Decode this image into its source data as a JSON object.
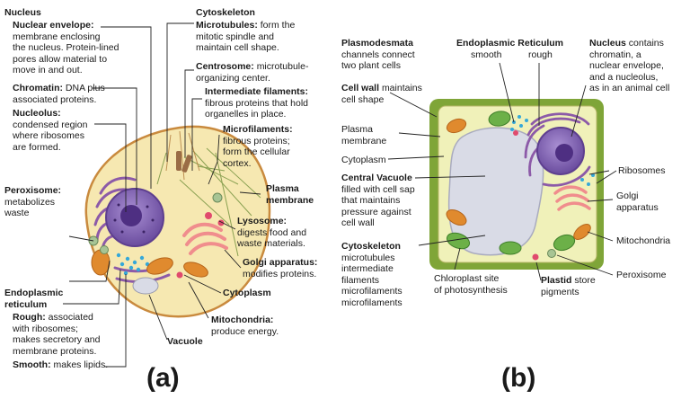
{
  "panel_a": {
    "caption": "(a)",
    "nucleus_heading": "Nucleus",
    "nuclear_envelope": {
      "term": "Nuclear envelope:",
      "lines": [
        "membrane enclosing",
        "the nucleus. Protein-lined",
        "pores allow material to",
        "move in and out."
      ]
    },
    "chromatin": {
      "term": "Chromatin:",
      "text": "DNA plus",
      "lines": [
        "associated proteins."
      ]
    },
    "nucleolus": {
      "term": "Nucleolus:",
      "lines": [
        "condensed region",
        "where ribosomes",
        "are formed."
      ]
    },
    "peroxisome": {
      "term": "Peroxisome:",
      "lines": [
        "metabolizes",
        "waste"
      ]
    },
    "er_heading": [
      "Endoplasmic",
      "reticulum"
    ],
    "rough_er": {
      "term": "Rough:",
      "text": "associated",
      "lines": [
        "with ribosomes;",
        "makes secretory and",
        "membrane proteins."
      ]
    },
    "smooth_er": {
      "term": "Smooth:",
      "text": "makes lipids."
    },
    "cytoskeleton_heading": "Cytoskeleton",
    "microtubules": {
      "term": "Microtubules:",
      "text": "form the",
      "lines": [
        "mitotic spindle and",
        "maintain cell shape."
      ]
    },
    "centrosome": {
      "term": "Centrosome:",
      "text": "microtubule-",
      "lines": [
        "organizing center."
      ]
    },
    "intermediate_filaments": {
      "term": "Intermediate filaments:",
      "lines": [
        "fibrous proteins that hold",
        "organelles in place."
      ]
    },
    "microfilaments": {
      "term": "Microfilaments:",
      "lines": [
        "fibrous proteins;",
        "form the cellular",
        "cortex."
      ]
    },
    "plasma_membrane": [
      "Plasma",
      "membrane"
    ],
    "lysosome": {
      "term": "Lysosome:",
      "lines": [
        "digests food and",
        "waste materials."
      ]
    },
    "golgi": {
      "term": "Golgi apparatus:",
      "lines": [
        "modifies proteins."
      ]
    },
    "cytoplasm": "Cytoplasm",
    "mitochondria": {
      "term": "Mitochondria:",
      "lines": [
        "produce energy."
      ]
    },
    "vacuole": "Vacuole"
  },
  "panel_b": {
    "caption": "(b)",
    "plasmodesmata": {
      "term": "Plasmodesmata",
      "lines": [
        "channels connect",
        "two plant cells"
      ]
    },
    "cell_wall": {
      "term": "Cell wall",
      "text": "maintains",
      "lines": [
        "cell shape"
      ]
    },
    "plasma_membrane": [
      "Plasma",
      "membrane"
    ],
    "cytoplasm": "Cytoplasm",
    "central_vacuole": {
      "term": "Central Vacuole",
      "lines": [
        "filled with cell sap",
        "that maintains",
        "pressure against",
        "cell wall"
      ]
    },
    "cytoskeleton": {
      "term": "Cytoskeleton",
      "lines": [
        "microtubules",
        "intermediate",
        "filaments",
        "microfilaments",
        "microfilaments"
      ]
    },
    "er": {
      "term": "Endoplasmic Reticulum",
      "smooth": "smooth",
      "rough": "rough"
    },
    "nucleus": {
      "term": "Nucleus",
      "text": "contains",
      "lines": [
        "chromatin, a",
        "nuclear envelope,",
        "and a nucleolus,",
        "as in an animal cell"
      ]
    },
    "ribosomes": "Ribosomes",
    "golgi": [
      "Golgi",
      "apparatus"
    ],
    "mitochondria": "Mitochondria",
    "peroxisome": "Peroxisome",
    "chloroplast": [
      "Chloroplast site",
      "of photosynthesis"
    ],
    "plastid": {
      "term": "Plastid",
      "text": "store",
      "lines": [
        "pigments"
      ]
    }
  },
  "colors": {
    "cytoplasm_animal": "#f6e8b1",
    "cell_border_animal": "#c98a3e",
    "cell_wall": "#7fa538",
    "cytoplasm_plant": "#f0f1b9",
    "vacuole": "#d9dbe6",
    "nucleus": "#7e62b0",
    "nucleolus": "#4e2f82",
    "er": "#8c5aa8",
    "ribosome": "#35a8d8",
    "mitochondria": "#e08a2e",
    "golgi": "#f08d8d",
    "chloroplast": "#6cb048",
    "leader": "#222222"
  }
}
